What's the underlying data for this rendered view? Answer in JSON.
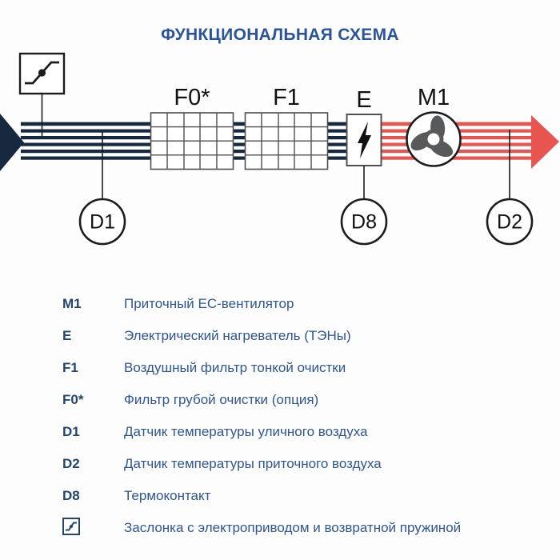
{
  "title": "ФУНКЦИОНАЛЬНАЯ СХЕМА",
  "diagram": {
    "component_labels": {
      "f0": "F0*",
      "f1": "F1",
      "e": "E",
      "m1": "M1"
    },
    "sensor_labels": {
      "d1": "D1",
      "d8": "D8",
      "d2": "D2"
    },
    "colors": {
      "intake_air": "#16293f",
      "supply_air": "#e8544f",
      "fan_blades": "#58595b",
      "grid_stroke": "#4f4f4f",
      "outline": "#1c1c1c",
      "title_blue": "#2a5499",
      "legend_key": "#24466e",
      "legend_text": "#2f568f"
    },
    "icons": [
      "damper-icon",
      "filter-grid-icon",
      "heater-lightning-icon",
      "fan-icon"
    ]
  },
  "legend": {
    "items": [
      {
        "key": "M1",
        "description": "Приточный EC-вентилятор"
      },
      {
        "key": "E",
        "description": "Электрический нагреватель (ТЭНы)"
      },
      {
        "key": "F1",
        "description": "Воздушный фильтр тонкой очистки"
      },
      {
        "key": "F0*",
        "description": "Фильтр грубой очистки (опция)"
      },
      {
        "key": "D1",
        "description": "Датчик температуры уличного воздуха"
      },
      {
        "key": "D2",
        "description": "Датчик температуры приточного воздуха"
      },
      {
        "key": "D8",
        "description": "Термоконтакт"
      },
      {
        "icon": "damper-icon",
        "description": "Заслонка с электроприводом и возвратной пружиной"
      }
    ]
  }
}
